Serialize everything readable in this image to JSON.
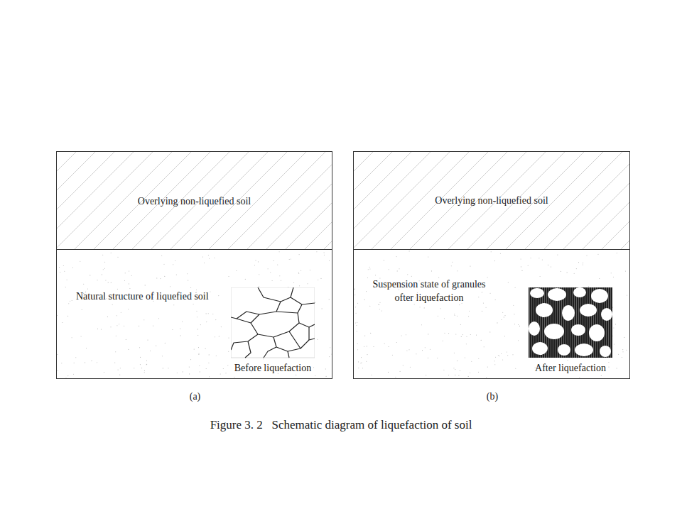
{
  "diagram": {
    "caption": "Figure 3. 2   Schematic diagram of liquefaction of soil",
    "nodes": [
      {
        "text": [
          "(a)"
        ]
      },
      {
        "text": [
          "Overlying non-liquefied soil"
        ],
        "in": 0
      },
      {
        "text": [
          "Natural structure of liquefied soil"
        ],
        "in": 0
      },
      {
        "text": [
          "Before liquefaction"
        ],
        "in": 2
      },
      {
        "text": [
          "(b)"
        ]
      },
      {
        "text": [
          "Overlying non-liquefied soil"
        ],
        "in": 4
      },
      {
        "text": [
          "Suspension state of granules ofter liquefaction"
        ],
        "in": 4
      },
      {
        "text": [
          "After liquefaction"
        ],
        "in": 6
      }
    ]
  }
}
